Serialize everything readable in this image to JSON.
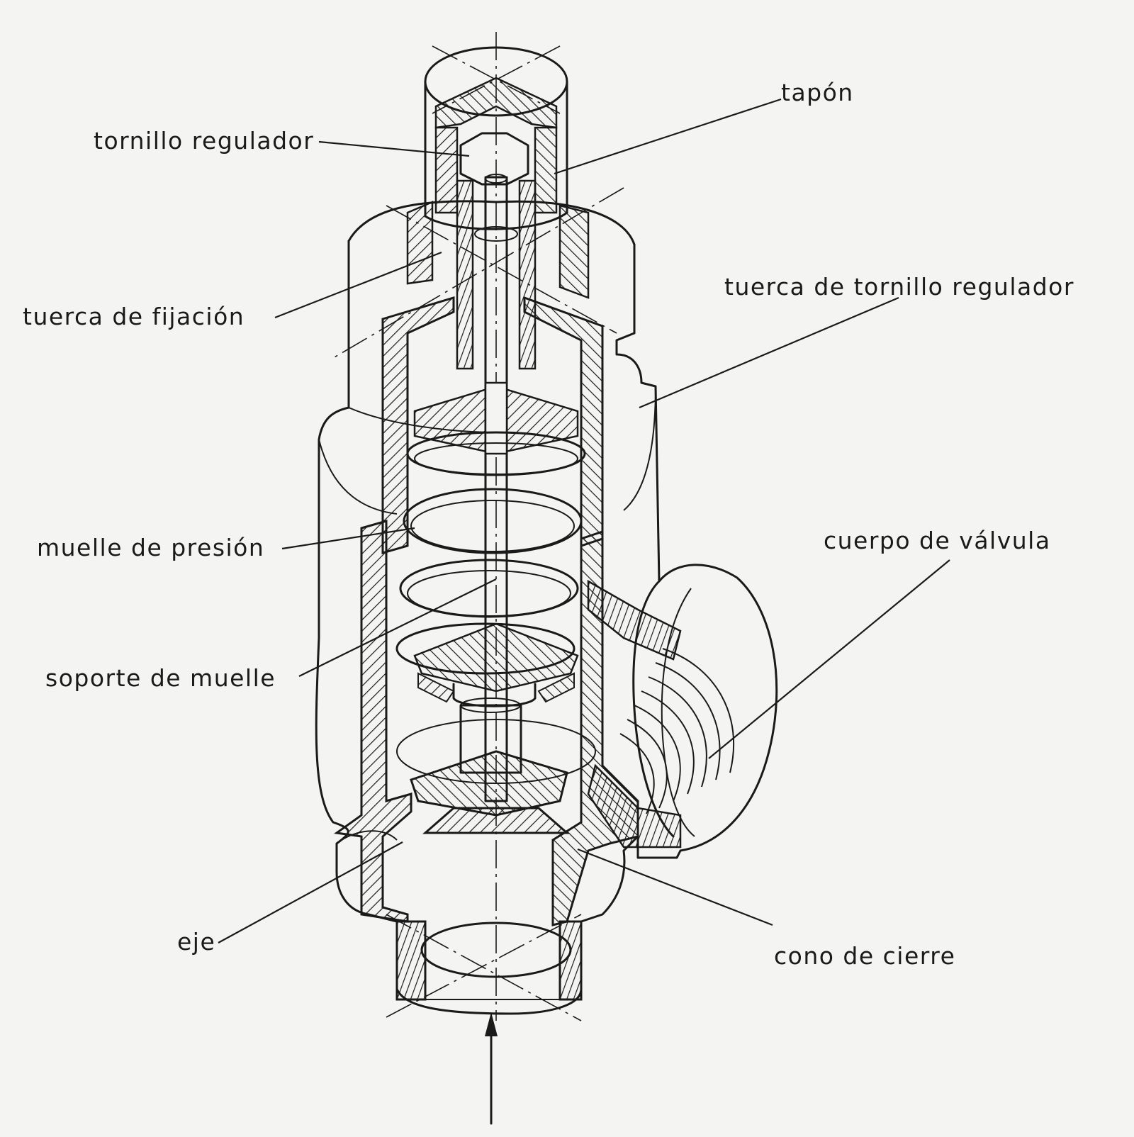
{
  "labels": {
    "tapon": "tapón",
    "tornillo_regulador": "tornillo regulador",
    "tuerca_fijacion": "tuerca de fijación",
    "tuerca_tornillo_regulador": "tuerca de tornillo regulador",
    "muelle_presion": "muelle de presión",
    "cuerpo_valvula": "cuerpo de válvula",
    "soporte_muelle": "soporte de muelle",
    "eje": "eje",
    "cono_cierre": "cono de cierre"
  },
  "colors": {
    "ink": "#1a1a1a",
    "paper": "#f4f4f2"
  }
}
